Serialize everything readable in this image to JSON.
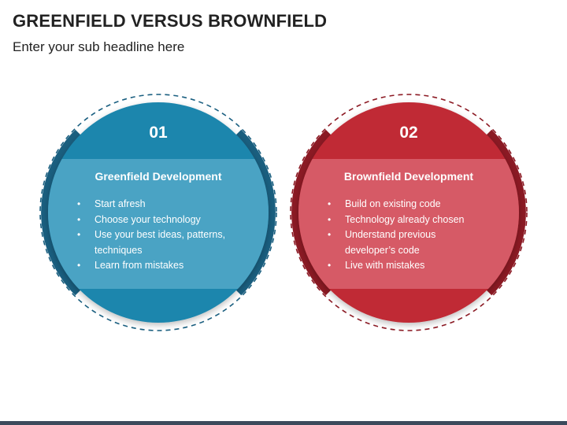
{
  "slide": {
    "title": "GREENFIELD VERSUS BROWNFIELD",
    "subtitle": "Enter your sub headline here"
  },
  "colors": {
    "blue_dark": "#1a5f80",
    "blue_main": "#1f86ad",
    "blue_band": "#4aa3c4",
    "red_dark": "#8c1a24",
    "red_main": "#c02a36",
    "red_band": "#d65a66"
  },
  "cards": [
    {
      "number": "01",
      "heading": "Greenfield Development",
      "bullets": [
        "Start afresh",
        "Choose your technology",
        "Use your best ideas, patterns,",
        "techniques",
        "Learn from mistakes"
      ]
    },
    {
      "number": "02",
      "heading": "Brownfield Development",
      "bullets": [
        "Build on existing code",
        "Technology already chosen",
        "Understand previous",
        "developer’s code",
        "Live with mistakes"
      ]
    }
  ]
}
